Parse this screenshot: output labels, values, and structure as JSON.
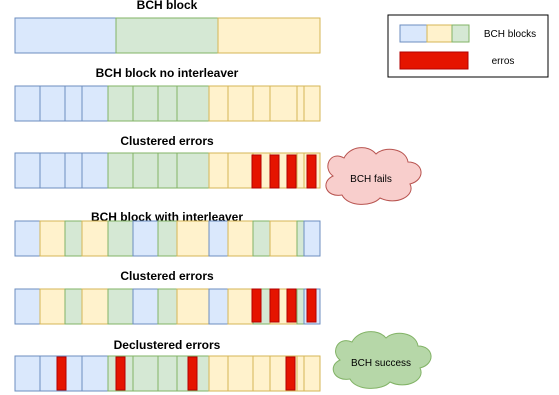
{
  "colors": {
    "blue_fill": "#dae8fc",
    "blue_stroke": "#6c8ebf",
    "green_fill": "#d5e8d4",
    "green_stroke": "#82b366",
    "yellow_fill": "#fff2cc",
    "yellow_stroke": "#d6b656",
    "red_fill": "#e51400",
    "red_stroke": "#b20000",
    "fail_cloud": "#f8cecc",
    "fail_cloud_stroke": "#b85450",
    "success_cloud": "#b6d7a8",
    "success_cloud_stroke": "#82b366"
  },
  "rows": [
    {
      "title": "BCH block",
      "cells": []
    },
    {
      "title": "BCH block no interleaver",
      "cells": [
        "b",
        "b",
        "b",
        "b",
        "g",
        "g",
        "g",
        "g",
        "y",
        "y",
        "y",
        "y",
        "y",
        "y"
      ]
    },
    {
      "title": "Clustered errors",
      "cells": [
        "b",
        "b",
        "b",
        "b",
        "g",
        "g",
        "g",
        "g",
        "y",
        "y",
        "y",
        "y",
        "y",
        "y"
      ]
    },
    {
      "title": "BCH block with interleaver",
      "cells": [
        "b",
        "y",
        "g",
        "y",
        "g",
        "b",
        "g",
        "y",
        "b",
        "y",
        "g",
        "y",
        "g",
        "b"
      ]
    },
    {
      "title": "Clustered errors",
      "cells": [
        "b",
        "y",
        "g",
        "y",
        "g",
        "b",
        "g",
        "y",
        "b",
        "y",
        "g",
        "y",
        "g",
        "b"
      ]
    },
    {
      "title": "Declustered errors",
      "cells": [
        "b",
        "b",
        "b",
        "b",
        "g",
        "g",
        "g",
        "g",
        "y",
        "y",
        "y",
        "y",
        "y",
        "y"
      ]
    }
  ],
  "legend": {
    "blocks_label": "BCH blocks",
    "errors_label": "erros"
  },
  "clouds": {
    "fail_label": "BCH fails",
    "success_label": "BCH success"
  }
}
